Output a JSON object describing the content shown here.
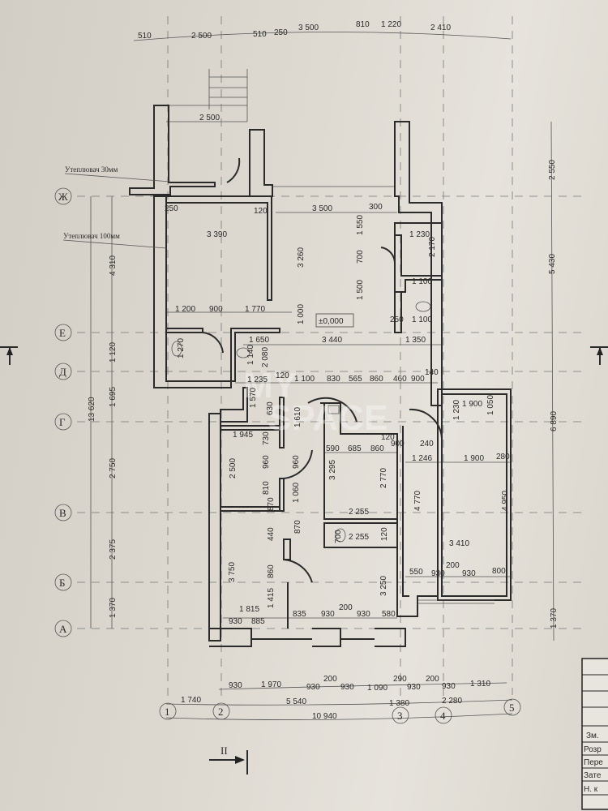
{
  "notes": {
    "insulation_30": "Утеплювач 30мм",
    "insulation_100": "Утеплювач 100мм",
    "level": "±0,000",
    "section": "II"
  },
  "watermark": {
    "line1": "MY",
    "line2": "SPACE"
  },
  "axes": {
    "rows": [
      "Ж",
      "Е",
      "Д",
      "Г",
      "В",
      "Б",
      "А"
    ],
    "cols": [
      "1",
      "2",
      "3",
      "4",
      "5"
    ]
  },
  "dims": {
    "top": [
      "510",
      "2 500",
      "510",
      "250",
      "3 500",
      "810",
      "1 220",
      "2 410"
    ],
    "vestibule": "2 500",
    "left": [
      "13 620",
      "4 310",
      "1 120",
      "1 695",
      "2 750",
      "2 375",
      "1 370"
    ],
    "right": [
      "2 550",
      "5 430",
      "6 890",
      "1 370"
    ],
    "bottom1": [
      "930",
      "1 970",
      "930",
      "200",
      "930",
      "1 090",
      "290",
      "930",
      "200",
      "930",
      "1 310"
    ],
    "bottom2": [
      "1 740",
      "5 540",
      "1 380",
      "2 280"
    ],
    "bottom3": "10 940",
    "upper": [
      "250",
      "120",
      "3 500",
      "300",
      "3 390",
      "1 550",
      "3 260",
      "700",
      "1 500",
      "1 230",
      "2 170",
      "1 100",
      "1 200",
      "900",
      "1 770",
      "1 000",
      "250",
      "1 100",
      "3 440",
      "1 350",
      "1 650",
      "1 140",
      "2 080",
      "1 270"
    ],
    "corridor": [
      "1 235",
      "120",
      "1 100",
      "830",
      "565",
      "860",
      "460",
      "900",
      "140"
    ],
    "middle": [
      "1 570",
      "630",
      "1 610",
      "1 945",
      "730",
      "2 500",
      "960",
      "960",
      "810",
      "870",
      "1 060"
    ],
    "kitchen": [
      "120",
      "590",
      "685",
      "860",
      "3 295",
      "2 770",
      "2 255"
    ],
    "bedroom": [
      "1 900",
      "1 230",
      "1 050",
      "900",
      "240",
      "1 246",
      "1 900",
      "280",
      "4 770",
      "4 950",
      "3 410",
      "550",
      "930",
      "200",
      "930",
      "800"
    ],
    "bath": [
      "700",
      "2 255",
      "120",
      "440",
      "870"
    ],
    "lower": [
      "3 750",
      "860",
      "1 415",
      "3 250",
      "1 815",
      "930",
      "885",
      "835",
      "930",
      "200",
      "930",
      "580"
    ]
  },
  "title_block": {
    "rows": [
      "Зм.",
      "Розр",
      "Пере",
      "Зате",
      "Н. к"
    ]
  }
}
